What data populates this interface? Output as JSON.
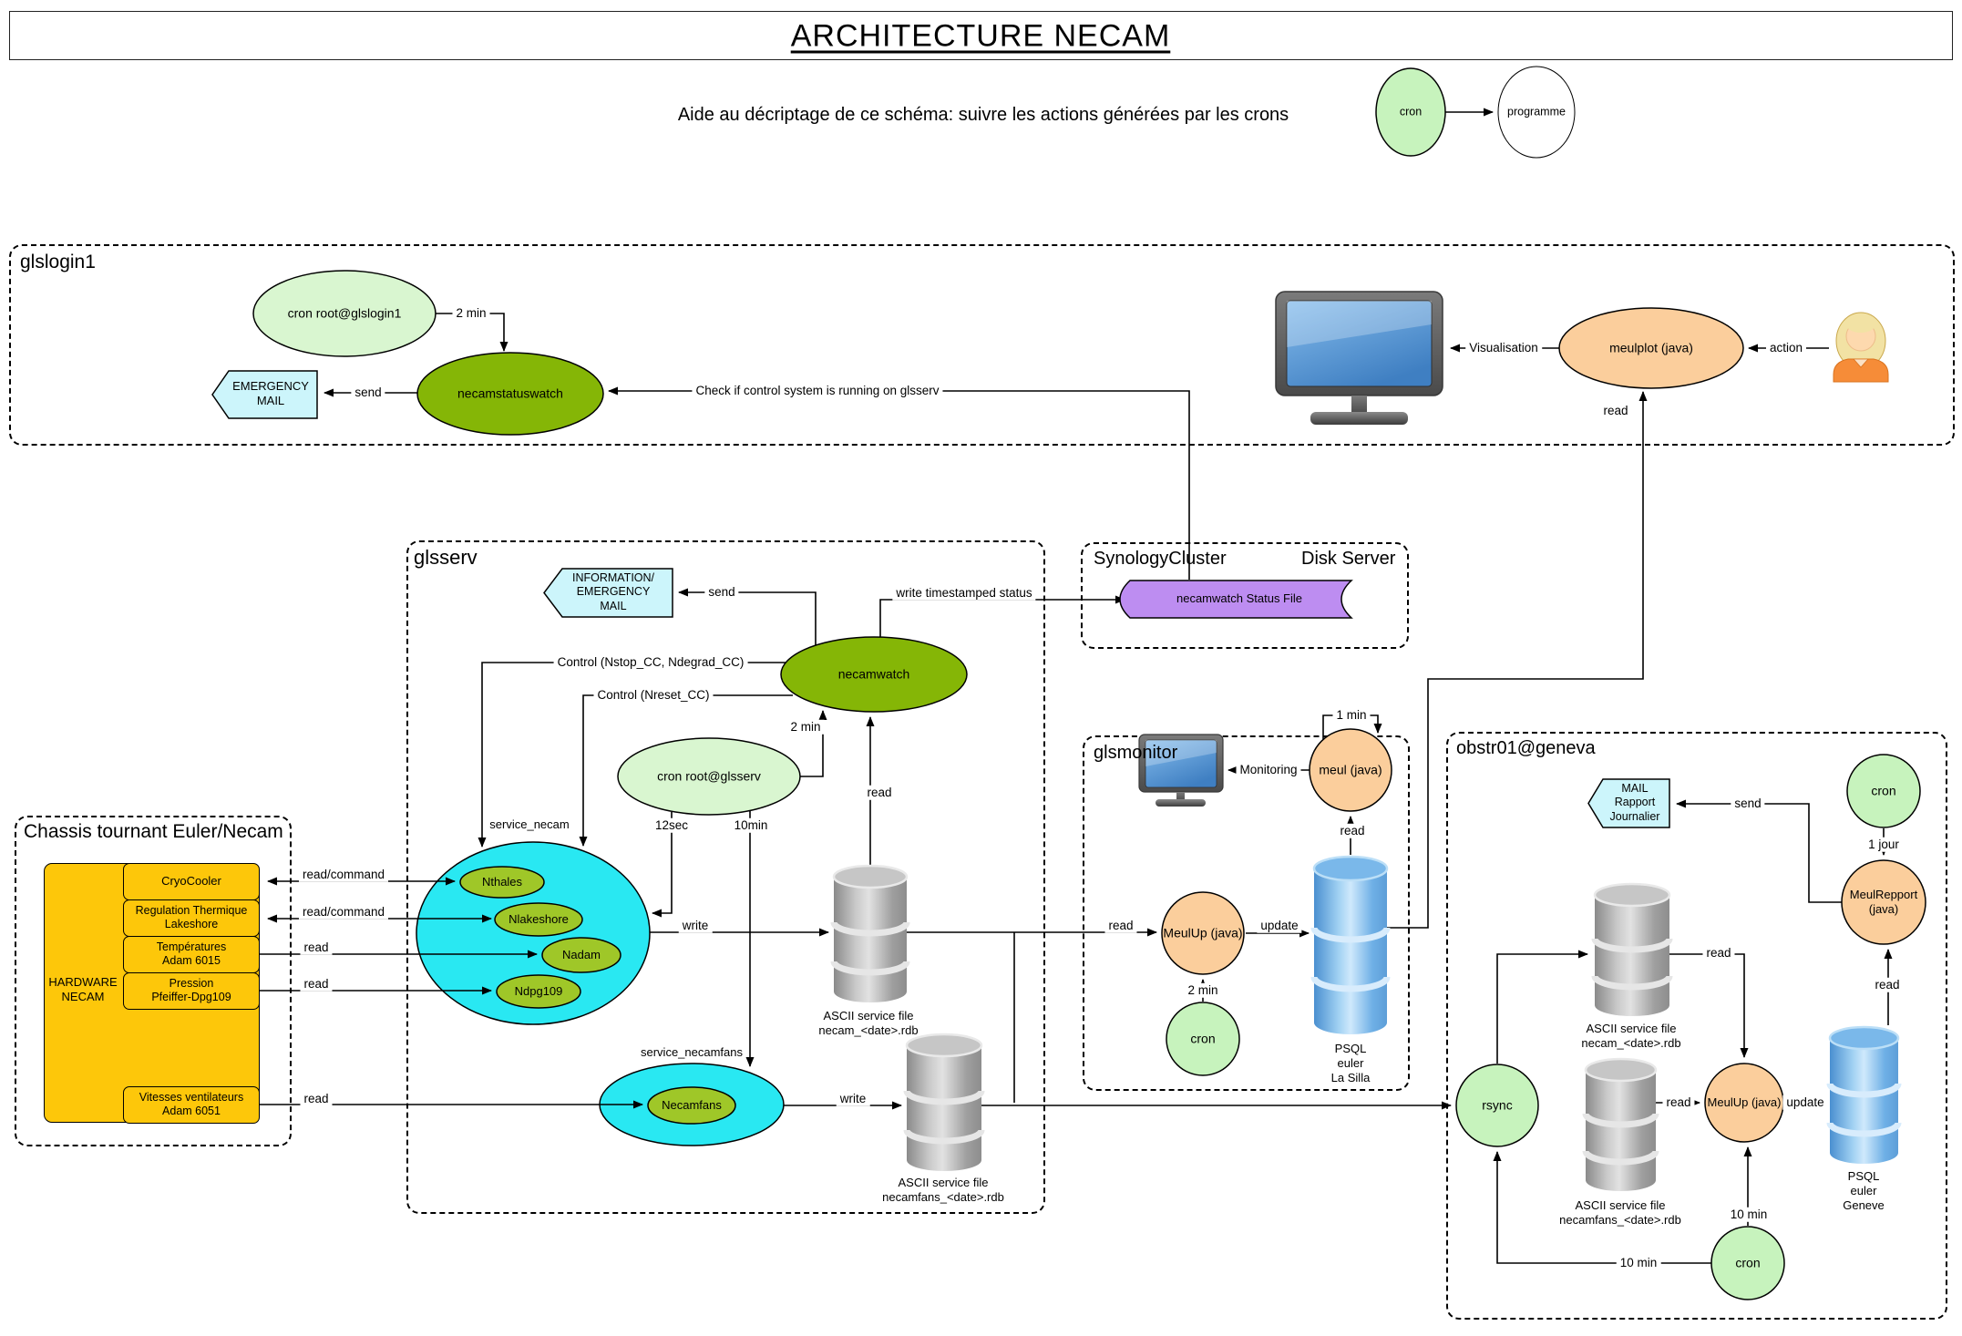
{
  "title": "ARCHITECTURE NECAM",
  "legend": {
    "text": "Aide au décriptage de ce schéma: suivre les actions générées par les crons",
    "cron": "cron",
    "programme": "programme"
  },
  "colors": {
    "olive": "#85b606",
    "olive_light": "#9fc728",
    "green_light": "#d9f6d0",
    "green_pale": "#c7f3bd",
    "cyan": "#29e8f2",
    "flag": "#ccf5fb",
    "purple": "#bd8df1",
    "gold": "#fdc70a",
    "orange": "#fbce9c"
  },
  "glslogin1": {
    "label": "glslogin1",
    "cron": "cron root@glslogin1",
    "watch": "necamstatuswatch",
    "mail": "EMERGENCY\nMAIL",
    "meulplot": "meulplot (java)"
  },
  "glsserv": {
    "label": "glsserv",
    "mail": "INFORMATION/\nEMERGENCY\nMAIL",
    "watch": "necamwatch",
    "cron": "cron root@glsserv",
    "service_necam": "service_necam",
    "nthales": "Nthales",
    "nlakeshore": "Nlakeshore",
    "nadam": "Nadam",
    "ndpg109": "Ndpg109",
    "service_necamfans": "service_necamfans",
    "necamfans": "Necamfans",
    "file_necam": "ASCII service file\nnecam_<date>.rdb",
    "file_necamfans": "ASCII service file\nnecamfans_<date>.rdb"
  },
  "chassis": {
    "label": "Chassis tournant Euler/Necam",
    "hardware": "HARDWARE\nNECAM",
    "cryocooler": "CryoCooler",
    "regulation": "Regulation Thermique\nLakeshore",
    "temperatures": "Températures\nAdam 6015",
    "pression": "Pression\nPfeiffer-Dpg109",
    "vitesses": "Vitesses ventilateurs\nAdam 6051"
  },
  "synology": {
    "label": "SynologyCluster",
    "label2": "Disk Server",
    "file": "necamwatch Status File"
  },
  "glsmonitor": {
    "label": "glsmonitor",
    "meul": "meul (java)",
    "meulup": "MeulUp (java)",
    "cron": "cron",
    "psql": "PSQL\neuler\nLa Silla"
  },
  "obstr01": {
    "label": "obstr01@geneva",
    "mail": "MAIL\nRapport\nJournalier",
    "cron_top": "cron",
    "meulrepport": "MeulRepport\n(java)",
    "rsync": "rsync",
    "file_necam": "ASCII service file\nnecam_<date>.rdb",
    "file_necamfans": "ASCII service file\nnecamfans_<date>.rdb",
    "meulup": "MeulUp (java)",
    "cron_bottom": "cron",
    "psql": "PSQL\neuler\nGeneve"
  },
  "edges": {
    "lg_2min": "2 min",
    "lg_send": "send",
    "lg_check": "Check if control system is running on glsserv",
    "lg_vis": "Visualisation",
    "lg_action": "action",
    "lg_read": "read",
    "gs_send": "send",
    "gs_write_status": "write timestamped status",
    "gs_control1": "Control (Nstop_CC, Ndegrad_CC)",
    "gs_control2": "Control (Nreset_CC)",
    "gs_2min": "2 min",
    "gs_12sec": "12sec",
    "gs_10min": "10min",
    "gs_read": "read",
    "gs_write1": "write",
    "gs_write2": "write",
    "gm_read_file": "read",
    "gm_monitoring": "Monitoring",
    "gm_1min": "1 min",
    "gm_read_db": "read",
    "gm_update": "update",
    "gm_2min": "2 min",
    "ch_rc1": "read/command",
    "ch_rc2": "read/command",
    "ch_read1": "read",
    "ch_read2": "read",
    "ch_read3": "read",
    "ob_send": "send",
    "ob_1jour": "1 jour",
    "ob_read_psql": "read",
    "ob_read_necam": "read",
    "ob_read_fans": "read",
    "ob_update": "update",
    "ob_10min_up": "10 min",
    "ob_10min_left": "10 min"
  }
}
